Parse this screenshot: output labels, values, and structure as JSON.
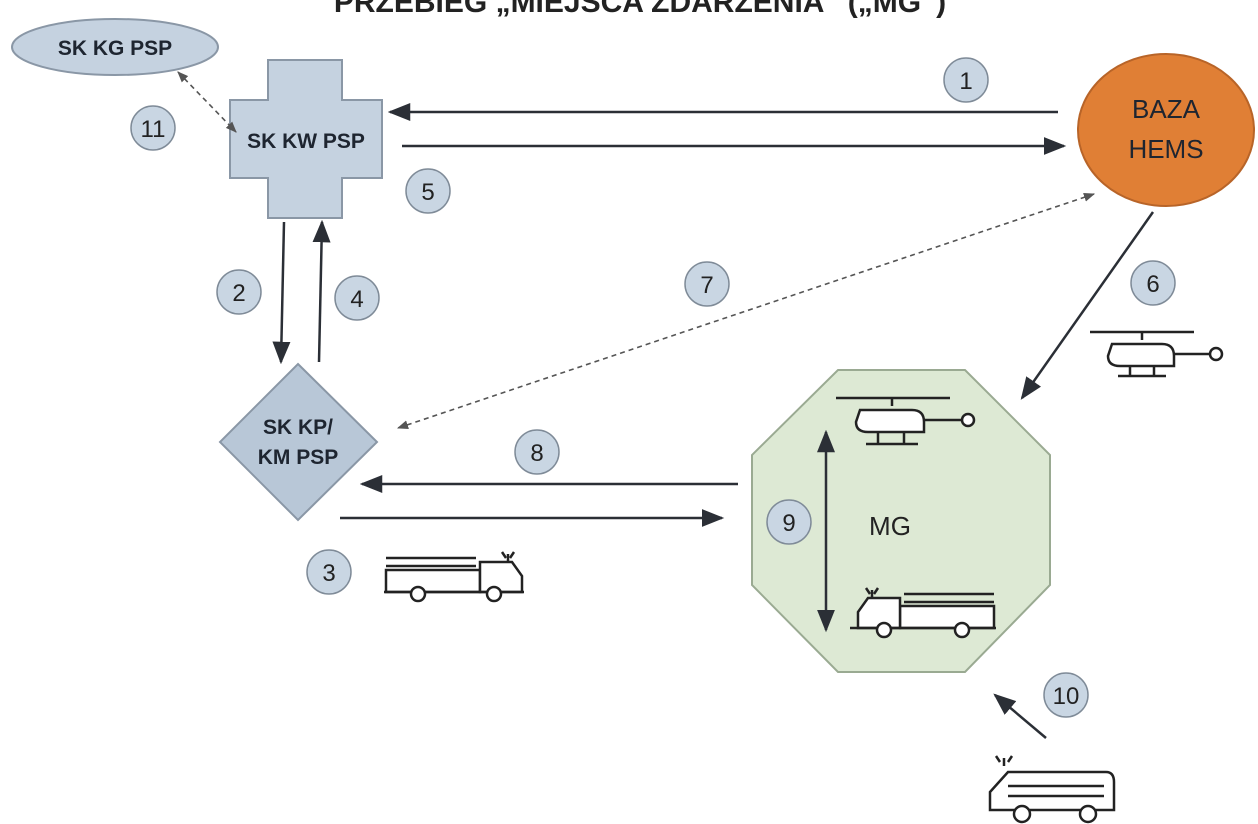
{
  "title": "PRZEBIEG „MIEJSCA ZDARZENIA” („MG”)",
  "nodes": {
    "sk_kg": "SK KG PSP",
    "sk_kw": "SK KW PSP",
    "sk_kp_line1": "SK KP/",
    "sk_kp_line2": "KM PSP",
    "baza_line1": "BAZA",
    "baza_line2": "HEMS",
    "mg": "MG"
  },
  "steps": [
    "1",
    "2",
    "3",
    "4",
    "5",
    "6",
    "7",
    "8",
    "9",
    "10",
    "11"
  ],
  "colors": {
    "node_fill": "#c5d2e0",
    "node_stroke": "#8a97a6",
    "hems_fill": "#e07f35",
    "mg_fill": "#dde9d4",
    "badge_fill": "#c9d6e3",
    "arrow": "#2b2f36"
  },
  "icons": {
    "helicopter": "helicopter-icon",
    "fire_truck": "fire-truck-icon",
    "ambulance": "ambulance-icon"
  }
}
